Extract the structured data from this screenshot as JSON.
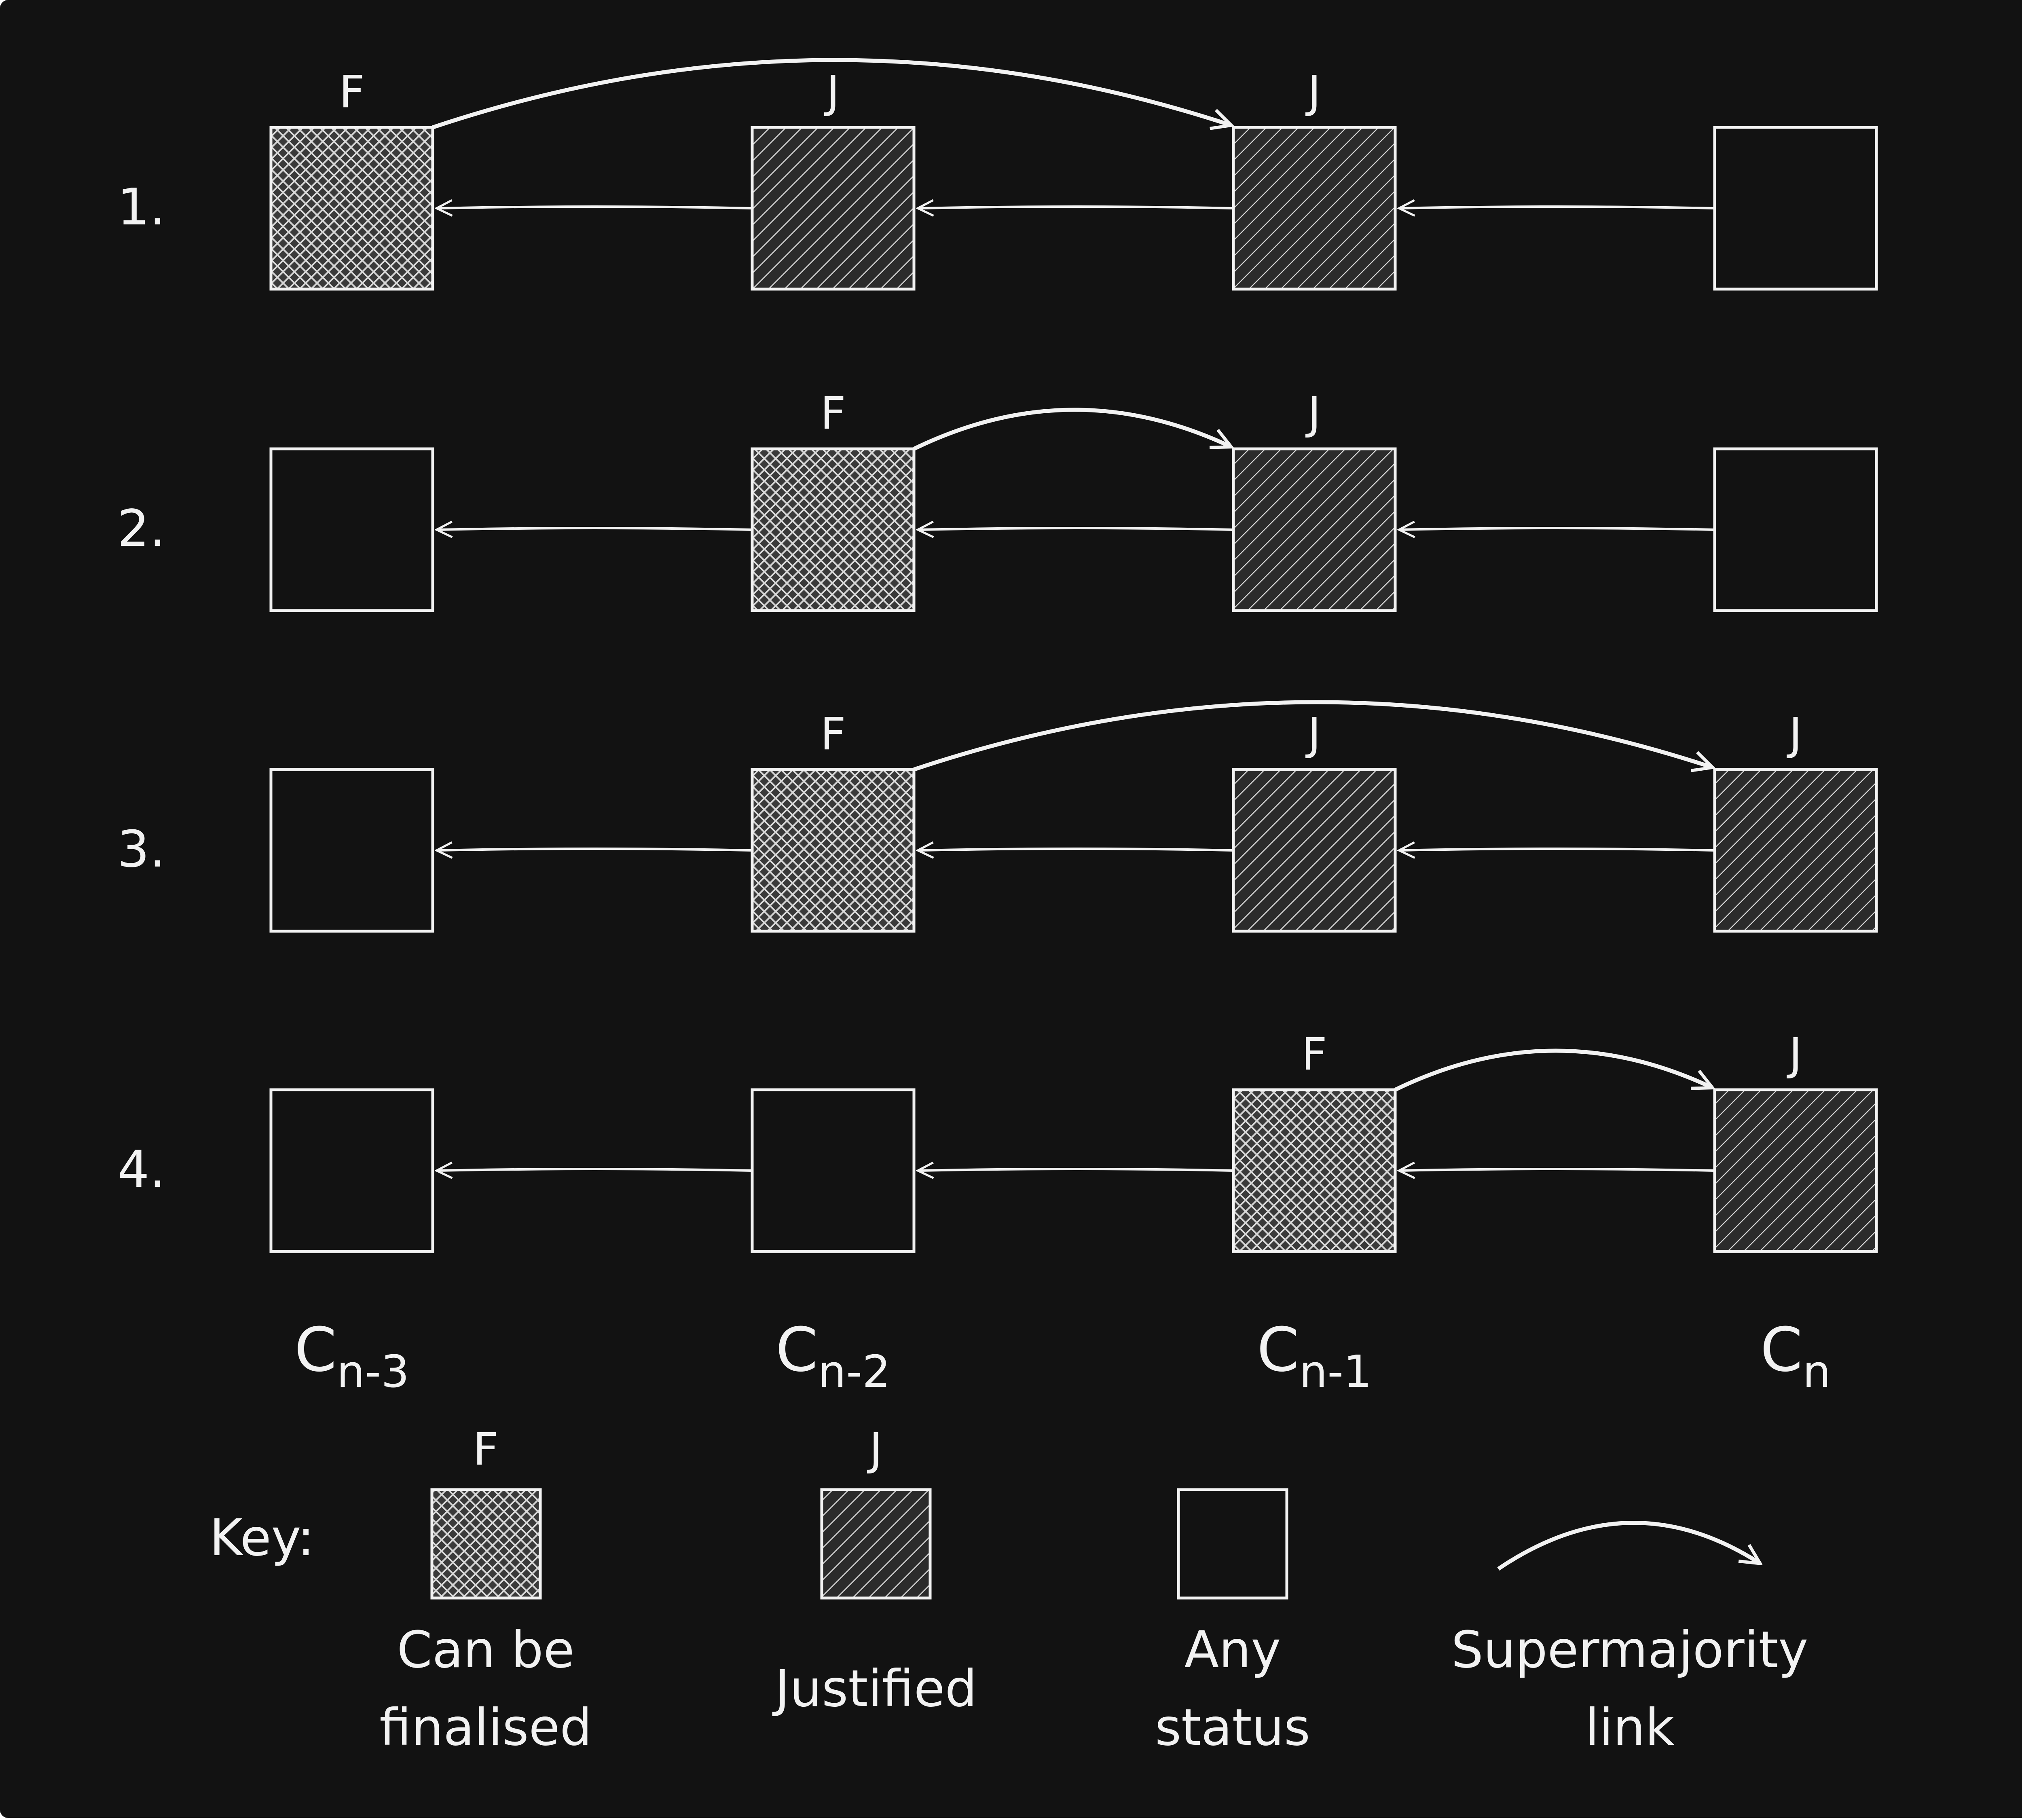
{
  "colors": {
    "background": "#121212",
    "stroke": "#f2f2f2",
    "finalised_fill": "#3a3a3a",
    "justified_fill": "#2b2b2b"
  },
  "rows": [
    {
      "label": "1.",
      "boxes": [
        {
          "status": "finalised",
          "tag": "F"
        },
        {
          "status": "justified",
          "tag": "J"
        },
        {
          "status": "justified",
          "tag": "J"
        },
        {
          "status": "any",
          "tag": ""
        }
      ],
      "link": {
        "from": 0,
        "to": 2
      }
    },
    {
      "label": "2.",
      "boxes": [
        {
          "status": "any",
          "tag": ""
        },
        {
          "status": "finalised",
          "tag": "F"
        },
        {
          "status": "justified",
          "tag": "J"
        },
        {
          "status": "any",
          "tag": ""
        }
      ],
      "link": {
        "from": 1,
        "to": 2
      }
    },
    {
      "label": "3.",
      "boxes": [
        {
          "status": "any",
          "tag": ""
        },
        {
          "status": "finalised",
          "tag": "F"
        },
        {
          "status": "justified",
          "tag": "J"
        },
        {
          "status": "justified",
          "tag": "J"
        }
      ],
      "link": {
        "from": 1,
        "to": 3
      }
    },
    {
      "label": "4.",
      "boxes": [
        {
          "status": "any",
          "tag": ""
        },
        {
          "status": "any",
          "tag": ""
        },
        {
          "status": "finalised",
          "tag": "F"
        },
        {
          "status": "justified",
          "tag": "J"
        }
      ],
      "link": {
        "from": 2,
        "to": 3
      }
    }
  ],
  "columns": [
    {
      "base": "C",
      "sub": "n-3"
    },
    {
      "base": "C",
      "sub": "n-2"
    },
    {
      "base": "C",
      "sub": "n-1"
    },
    {
      "base": "C",
      "sub": "n"
    }
  ],
  "key": {
    "label": "Key:",
    "finalised": {
      "tag": "F",
      "line1": "Can be",
      "line2": "finalised"
    },
    "justified": {
      "tag": "J",
      "line1": "Justified"
    },
    "any": {
      "line1": "Any",
      "line2": "status"
    },
    "link": {
      "line1": "Supermajority",
      "line2": "link"
    }
  }
}
